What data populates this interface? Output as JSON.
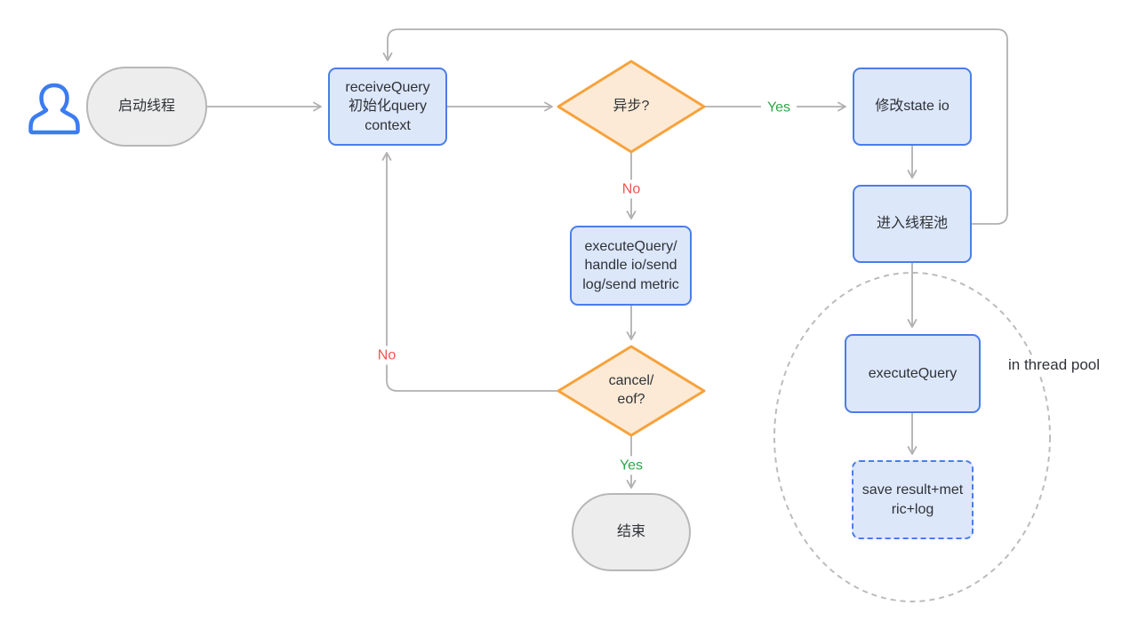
{
  "diagram": {
    "nodes": {
      "start": {
        "label": "启动线程",
        "type": "terminal"
      },
      "receive_query": {
        "label": "receiveQuery\n初始化query\ncontext",
        "type": "process"
      },
      "async_decision": {
        "label": "异步?",
        "type": "decision"
      },
      "modify_state": {
        "label": "修改state io",
        "type": "process"
      },
      "enter_thread_pool": {
        "label": "进入线程池",
        "type": "process"
      },
      "execute_query_main": {
        "label": "executeQuery/\nhandle io/send\nlog/send metric",
        "type": "process"
      },
      "cancel_decision": {
        "label": "cancel/\neof?",
        "type": "decision"
      },
      "end": {
        "label": "结束",
        "type": "terminal"
      },
      "execute_query_pool": {
        "label": "executeQuery",
        "type": "process"
      },
      "save_result": {
        "label": "save result+met\nric+log",
        "type": "process-dashed"
      }
    },
    "edge_labels": {
      "async_yes": "Yes",
      "async_no": "No",
      "cancel_no": "No",
      "cancel_yes": "Yes"
    },
    "annotations": {
      "thread_pool": "in thread pool"
    },
    "colors": {
      "process_fill": "#dce7fa",
      "process_border": "#4a7de8",
      "decision_fill": "#fcead6",
      "decision_border": "#f7a23c",
      "terminal_fill": "#ededed",
      "terminal_border": "#b7b7b7",
      "connector": "#b1b1b1",
      "pool_boundary": "#bcbcbc",
      "yes_label": "#2fa54a",
      "no_label": "#f05450",
      "user_icon": "#3b7cf0",
      "text": "#2f3237"
    }
  }
}
